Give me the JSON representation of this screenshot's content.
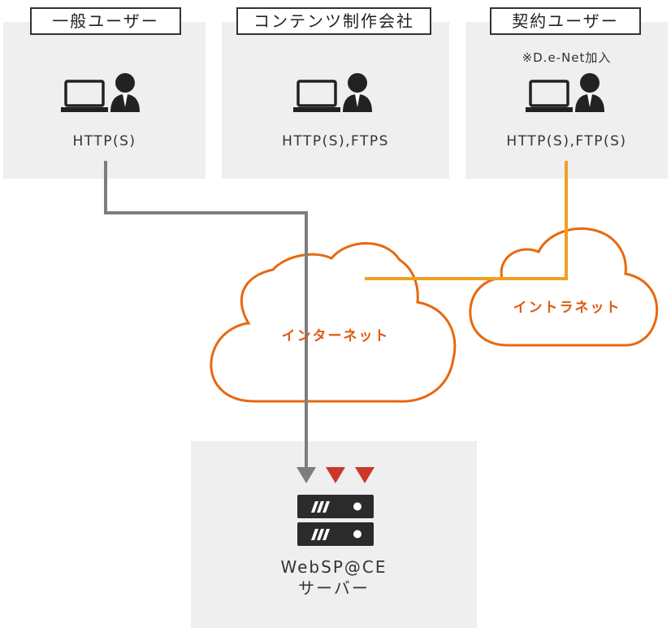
{
  "users": [
    {
      "label": "一般ユーザー",
      "protocol": "HTTP(S)",
      "note": ""
    },
    {
      "label": "コンテンツ制作会社",
      "protocol": "HTTP(S),FTPS",
      "note": ""
    },
    {
      "label": "契約ユーザー",
      "protocol": "HTTP(S),FTP(S)",
      "note": "※D.e-Net加入"
    }
  ],
  "networks": {
    "internet": "インターネット",
    "intranet": "イントラネット"
  },
  "server": {
    "name": "WebSP@CE",
    "label": "サーバー"
  },
  "colors": {
    "panel": "#efefef",
    "cloud_stroke": "#e8680f",
    "gray_line": "#7d7d7d",
    "orange_line": "#f0a020",
    "red_arrow": "#c8382a"
  }
}
